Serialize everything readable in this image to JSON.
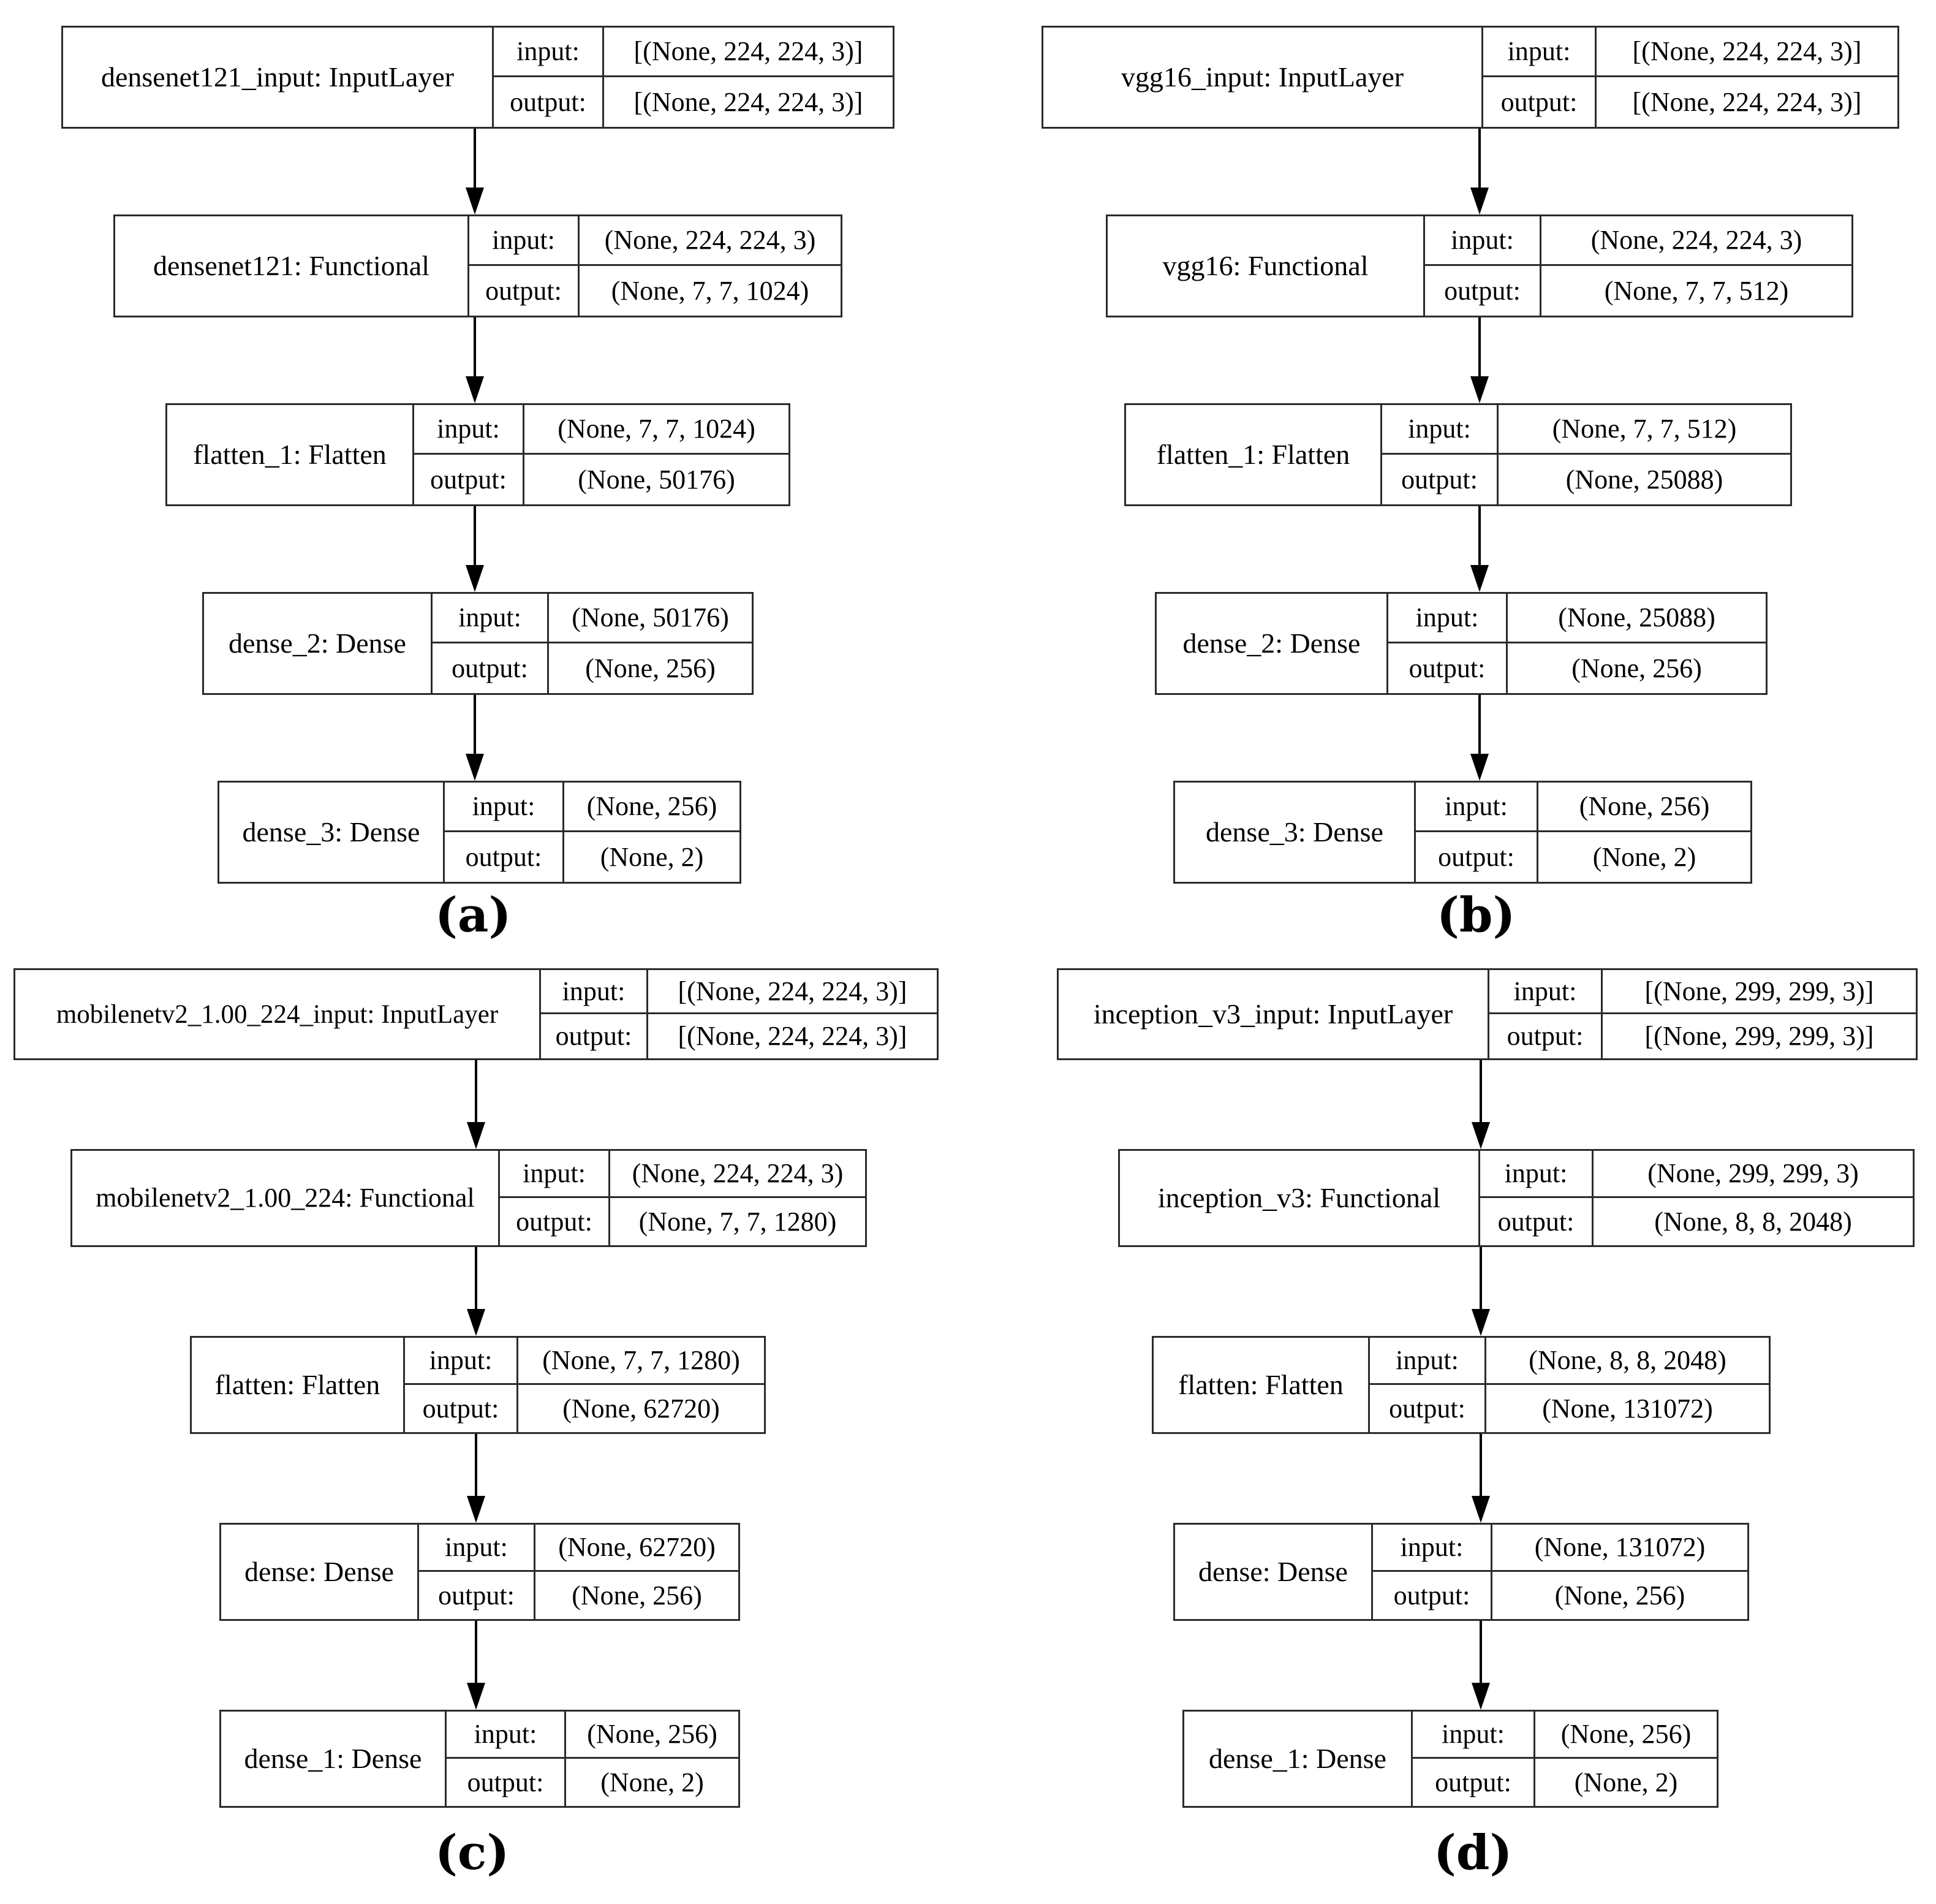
{
  "figure": {
    "type": "model-architecture-diagrams",
    "panel_count": 4
  },
  "labels": {
    "input_key": "input:",
    "output_key": "output:"
  },
  "panels": [
    {
      "id": "a",
      "caption": "(a)",
      "model": "densenet121",
      "nodes": [
        {
          "name": "densenet121_input: InputLayer",
          "input": "[(None, 224, 224, 3)]",
          "output": "[(None, 224, 224, 3)]"
        },
        {
          "name": "densenet121: Functional",
          "input": "(None, 224, 224, 3)",
          "output": "(None, 7, 7, 1024)"
        },
        {
          "name": "flatten_1: Flatten",
          "input": "(None, 7, 7, 1024)",
          "output": "(None, 50176)"
        },
        {
          "name": "dense_2: Dense",
          "input": "(None, 50176)",
          "output": "(None, 256)"
        },
        {
          "name": "dense_3: Dense",
          "input": "(None, 256)",
          "output": "(None, 2)"
        }
      ]
    },
    {
      "id": "b",
      "caption": "(b)",
      "model": "vgg16",
      "nodes": [
        {
          "name": "vgg16_input: InputLayer",
          "input": "[(None, 224, 224, 3)]",
          "output": "[(None, 224, 224, 3)]"
        },
        {
          "name": "vgg16: Functional",
          "input": "(None, 224, 224, 3)",
          "output": "(None, 7, 7, 512)"
        },
        {
          "name": "flatten_1: Flatten",
          "input": "(None, 7, 7, 512)",
          "output": "(None, 25088)"
        },
        {
          "name": "dense_2: Dense",
          "input": "(None, 25088)",
          "output": "(None, 256)"
        },
        {
          "name": "dense_3: Dense",
          "input": "(None, 256)",
          "output": "(None, 2)"
        }
      ]
    },
    {
      "id": "c",
      "caption": "(c)",
      "model": "mobilenetv2_1.00_224",
      "nodes": [
        {
          "name": "mobilenetv2_1.00_224_input: InputLayer",
          "input": "[(None, 224, 224, 3)]",
          "output": "[(None, 224, 224, 3)]"
        },
        {
          "name": "mobilenetv2_1.00_224: Functional",
          "input": "(None, 224, 224, 3)",
          "output": "(None, 7, 7, 1280)"
        },
        {
          "name": "flatten: Flatten",
          "input": "(None, 7, 7, 1280)",
          "output": "(None, 62720)"
        },
        {
          "name": "dense: Dense",
          "input": "(None, 62720)",
          "output": "(None, 256)"
        },
        {
          "name": "dense_1: Dense",
          "input": "(None, 256)",
          "output": "(None, 2)"
        }
      ]
    },
    {
      "id": "d",
      "caption": "(d)",
      "model": "inception_v3",
      "nodes": [
        {
          "name": "inception_v3_input: InputLayer",
          "input": "[(None, 299, 299, 3)]",
          "output": "[(None, 299, 299, 3)]"
        },
        {
          "name": "inception_v3: Functional",
          "input": "(None, 299, 299, 3)",
          "output": "(None, 8, 8, 2048)"
        },
        {
          "name": "flatten: Flatten",
          "input": "(None, 8, 8, 2048)",
          "output": "(None, 131072)"
        },
        {
          "name": "dense: Dense",
          "input": "(None, 131072)",
          "output": "(None, 256)"
        },
        {
          "name": "dense_1: Dense",
          "input": "(None, 256)",
          "output": "(None, 2)"
        }
      ]
    }
  ]
}
